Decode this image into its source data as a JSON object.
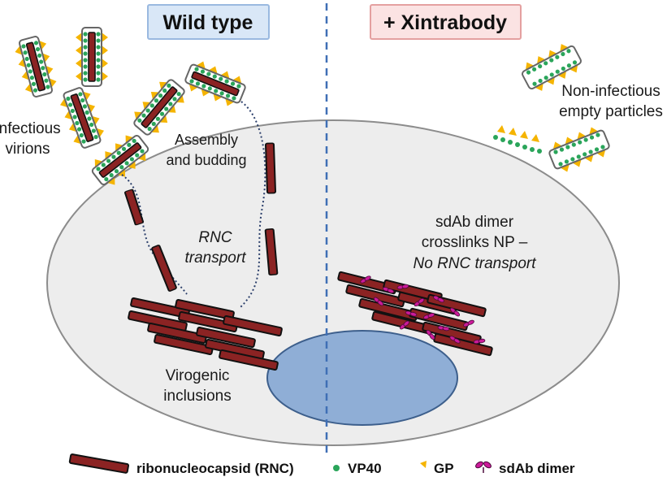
{
  "titles": {
    "left": "Wild type",
    "right": "+ Xintrabody"
  },
  "labels": {
    "infectious_virions": [
      "Infectious",
      "virions"
    ],
    "assembly": [
      "Assembly",
      "and budding"
    ],
    "rnc_transport": [
      "RNC",
      "transport"
    ],
    "virogenic": [
      "Virogenic",
      "inclusions"
    ],
    "non_infectious": [
      "Non-infectious",
      "empty particles"
    ],
    "sdab_crosslinks": [
      "sdAb dimer",
      "crosslinks NP –",
      "No RNC transport"
    ]
  },
  "legend": {
    "rnc": "ribonucleocapsid (RNC)",
    "vp40": "VP40",
    "gp": "GP",
    "sdab": "sdAb dimer"
  },
  "colors": {
    "rnc": "#8b2323",
    "vp40": "#2aa55a",
    "gp": "#f5b400",
    "sdab": "#cc1a9a",
    "cell_fill": "#ededed",
    "cell_stroke": "#8c8c8c",
    "nucleus_fill": "#8faed6",
    "nucleus_stroke": "#3d5f8c",
    "divider": "#3f6fb5",
    "title_left_bg": "#d9e7f7",
    "title_left_border": "#9ab9e0",
    "title_right_bg": "#fbe3e3",
    "title_right_border": "#e4a0a0"
  }
}
